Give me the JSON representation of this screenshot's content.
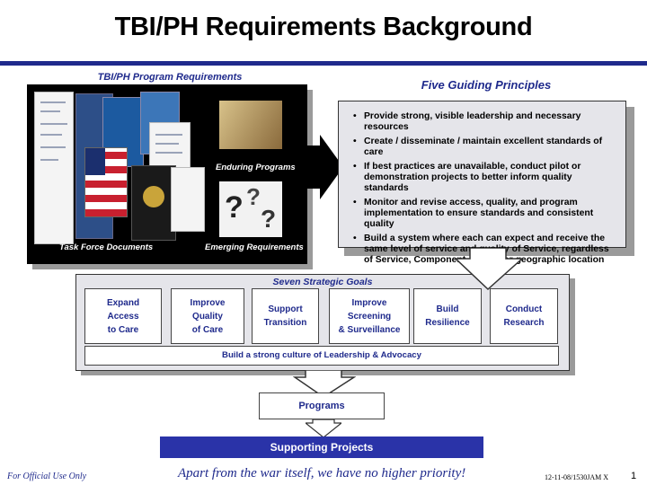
{
  "title": "TBI/PH Requirements Background",
  "program_requirements": {
    "heading": "TBI/PH Program Requirements",
    "captions": {
      "task_force": "Task Force Documents",
      "enduring": "Enduring Programs",
      "emerging": "Emerging Requirements"
    }
  },
  "guiding_principles": {
    "heading": "Five Guiding Principles",
    "items": [
      "Provide strong, visible leadership and necessary resources",
      "Create / disseminate / maintain excellent standards of care",
      "If best practices are unavailable, conduct pilot or demonstration projects to better inform quality standards",
      "Monitor and revise access, quality, and program implementation to ensure standards and consistent quality",
      "Build a system where each can expect and receive the same level of service and quality of Service, regardless of Service, Component, status, or geographic location"
    ]
  },
  "strategic_goals": {
    "heading": "Seven Strategic Goals",
    "goals": [
      "Expand\nAccess\nto Care",
      "Improve\nQuality\nof Care",
      "Support\nTransition",
      "Improve\nScreening\n& Surveillance",
      "Build\nResilience",
      "Conduct\nResearch"
    ],
    "culture": "Build a strong culture of Leadership & Advocacy"
  },
  "programs": "Programs",
  "supporting_projects": "Supporting Projects",
  "footer": {
    "classification": "For Official Use Only",
    "tagline": "Apart from the war itself, we have no higher priority!",
    "date_code": "12-11-08/1530JAM X",
    "page": "1"
  },
  "colors": {
    "accent": "#1f2a8c",
    "panel": "#e5e5ea",
    "supporting_bar": "#2a33a8"
  }
}
